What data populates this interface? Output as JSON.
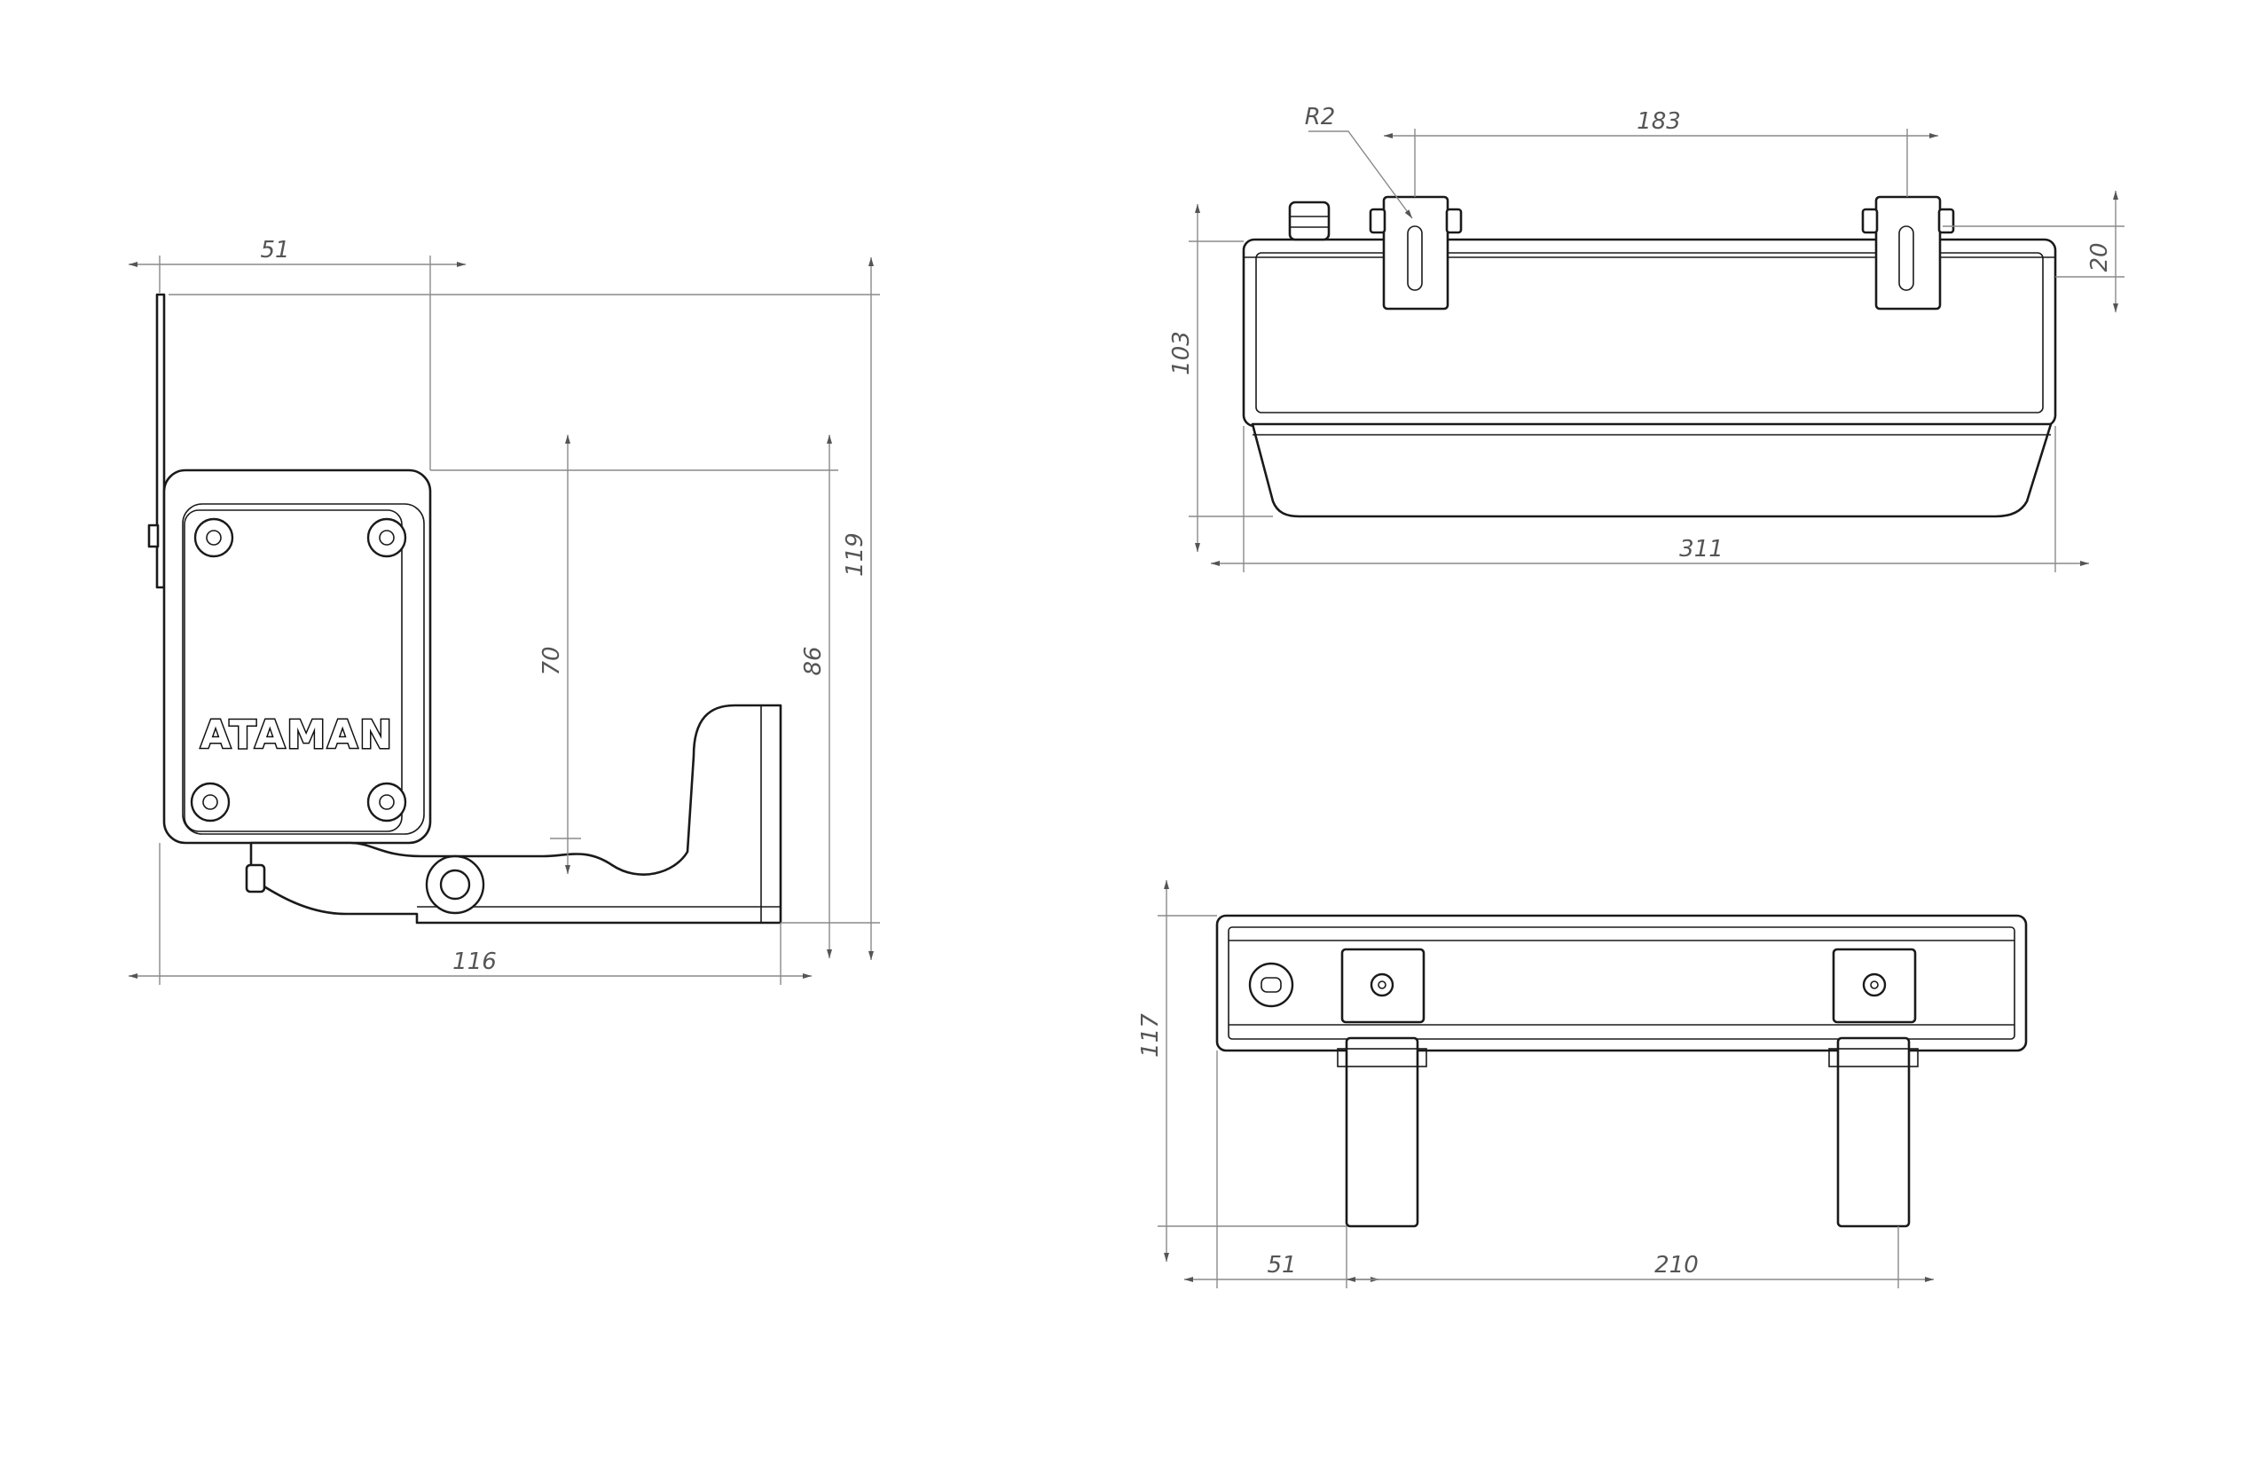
{
  "brand": {
    "logo_text": "ATAMAN"
  },
  "side_view": {
    "dimensions": {
      "top_width": "51",
      "overall_width": "116",
      "mount_height": "70",
      "body_height": "86",
      "overall_height": "119"
    }
  },
  "top_view": {
    "dimensions": {
      "radius": "R2",
      "bracket_spacing": "183",
      "height": "103",
      "length": "311",
      "bracket_height": "20"
    }
  },
  "front_view": {
    "dimensions": {
      "height": "117",
      "bracket_offset": "51",
      "bracket_spacing": "210"
    }
  },
  "colors": {
    "line": "#1a1a1a",
    "dimension": "#8a8a8a",
    "text": "#555555",
    "background": "#ffffff"
  }
}
